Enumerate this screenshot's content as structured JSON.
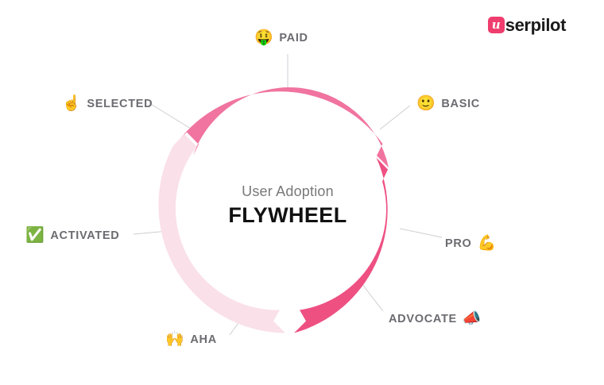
{
  "brand": {
    "logo_badge": "u",
    "logo_word": "serpilot",
    "accent_color": "#ef3d6e"
  },
  "center": {
    "subtitle": "User Adoption",
    "title": "FLYWHEEL"
  },
  "chart_data": {
    "type": "pie",
    "title": "User Adoption FLYWHEEL",
    "subtitle": "User Adoption",
    "legend_position": "around",
    "grid": false,
    "categories": [
      "PAID",
      "SELECTED",
      "ACTIVATED",
      "AHA",
      "ADVOCATE",
      "PRO",
      "BASIC"
    ],
    "values": [
      1,
      1,
      1,
      1,
      1,
      1,
      1
    ],
    "segments": [
      {
        "name": "top-arc",
        "color": "#f0749f",
        "start_deg": 160,
        "end_deg": 395,
        "covers": [
          "SELECTED",
          "PAID",
          "BASIC"
        ]
      },
      {
        "name": "right-arc",
        "color": "#ee5082",
        "start_deg": 37,
        "end_deg": 95,
        "covers": [
          "PRO",
          "ADVOCATE"
        ]
      },
      {
        "name": "left-arc",
        "color": "#fae0e8",
        "start_deg": 98,
        "end_deg": 157,
        "covers": [
          "AHA",
          "ACTIVATED"
        ]
      }
    ]
  },
  "nodes": [
    {
      "id": "paid",
      "label": "PAID",
      "icon": "money-mouth-face-emoji",
      "glyph": "🤑",
      "icon_side": "left",
      "angle_deg": 270
    },
    {
      "id": "selected",
      "label": "SELECTED",
      "icon": "index-pointing-up-emoji",
      "glyph": "☝️",
      "icon_side": "left",
      "angle_deg": 218
    },
    {
      "id": "activated",
      "label": "ACTIVATED",
      "icon": "check-mark-button-emoji",
      "glyph": "✅",
      "icon_side": "left",
      "angle_deg": 180
    },
    {
      "id": "aha",
      "label": "AHA",
      "icon": "raising-hands-emoji",
      "glyph": "🙌",
      "icon_side": "left",
      "angle_deg": 115
    },
    {
      "id": "advocate",
      "label": "ADVOCATE",
      "icon": "megaphone-emoji",
      "glyph": "📣",
      "icon_side": "right",
      "angle_deg": 60
    },
    {
      "id": "pro",
      "label": "PRO",
      "icon": "flexed-biceps-emoji",
      "glyph": "💪",
      "icon_side": "right",
      "angle_deg": 12
    },
    {
      "id": "basic",
      "label": "BASIC",
      "icon": "slightly-smiling-face-emoji",
      "glyph": "🙂",
      "icon_side": "left",
      "angle_deg": 330
    }
  ],
  "colors": {
    "ring_light": "#fae0e8",
    "ring_mid": "#f0749f",
    "ring_strong": "#ee5082",
    "label_text": "#6b6b71",
    "leader_line": "#cfcfd4",
    "background": "#ffffff"
  }
}
